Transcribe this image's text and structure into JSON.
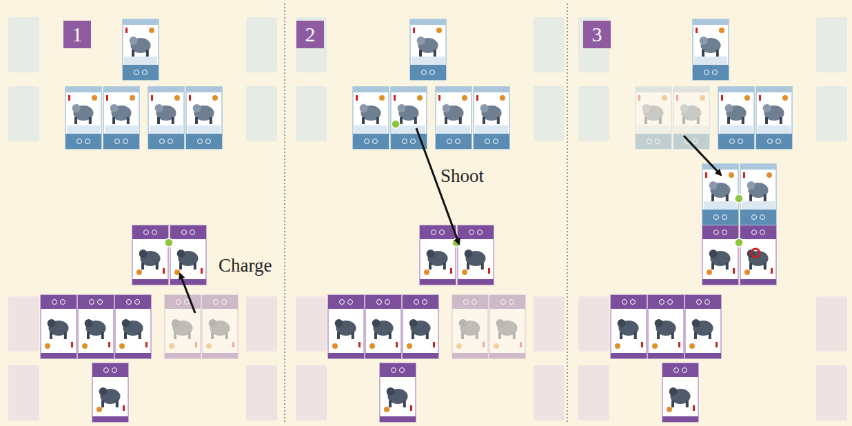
{
  "diagram": {
    "labels": [
      "1",
      "Charge",
      "2",
      "Shoot",
      "3"
    ]
  }
}
